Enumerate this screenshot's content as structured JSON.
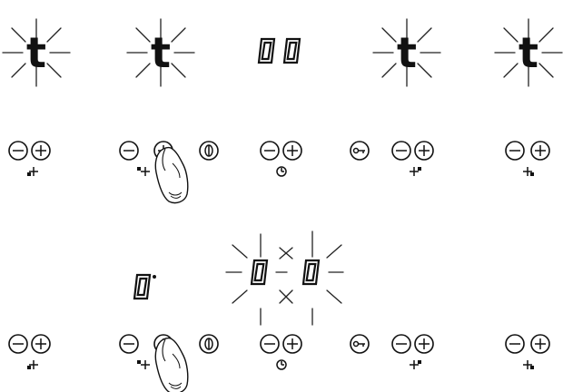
{
  "row1": {
    "displays": [
      {
        "id": "zone-1",
        "text": "t",
        "flashing": true
      },
      {
        "id": "zone-2",
        "text": "t",
        "flashing": true
      },
      {
        "id": "timer",
        "text": "00",
        "flashing": false
      },
      {
        "id": "zone-3",
        "text": "t",
        "flashing": true
      },
      {
        "id": "zone-4",
        "text": "t",
        "flashing": true
      }
    ]
  },
  "row2": {
    "zone_display": "0",
    "zone_display_dot": true,
    "timer_display": "00",
    "timer_flashing": true
  },
  "controls": {
    "minus_symbol": "−",
    "plus_symbol": "+",
    "hand_presses": "plus",
    "icons": [
      "zone-rear-left-icon",
      "zone-front-left-icon",
      "timer-clock-icon",
      "lock-key-icon",
      "zone-rear-right-icon",
      "zone-front-right-icon",
      "power-icon"
    ]
  }
}
